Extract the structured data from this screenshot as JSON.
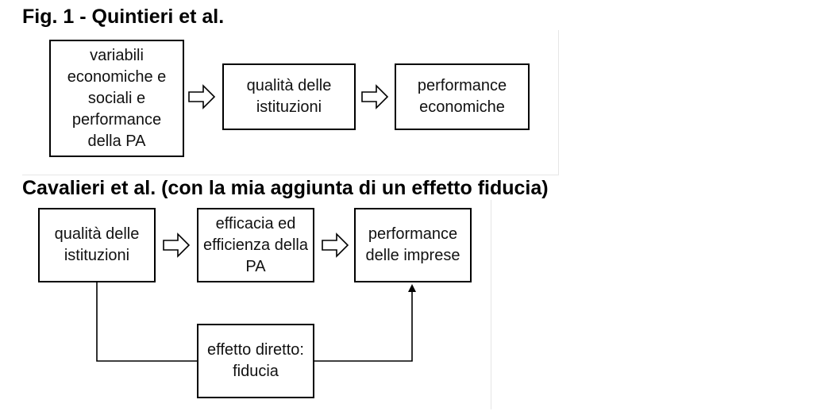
{
  "figure1": {
    "heading": "Fig. 1 - Quintieri et al.",
    "boxes": [
      {
        "label": "variabili economiche e sociali e performance della PA"
      },
      {
        "label": "qualità delle istituzioni"
      },
      {
        "label": "performance economiche"
      }
    ]
  },
  "figure2": {
    "heading": "Cavalieri et al. (con la mia aggiunta di un effetto fiducia)",
    "boxes": [
      {
        "label": "qualità delle istituzioni"
      },
      {
        "label": "efficacia ed efficienza della PA"
      },
      {
        "label": "performance delle imprese"
      },
      {
        "label": "effetto diretto: fiducia"
      }
    ]
  },
  "colors": {
    "stroke": "#000000",
    "background": "#ffffff",
    "text": "#111111"
  },
  "icons": {
    "flow_arrow": "hollow-right-arrow-icon",
    "connector_arrow": "up-arrow-head-icon"
  }
}
